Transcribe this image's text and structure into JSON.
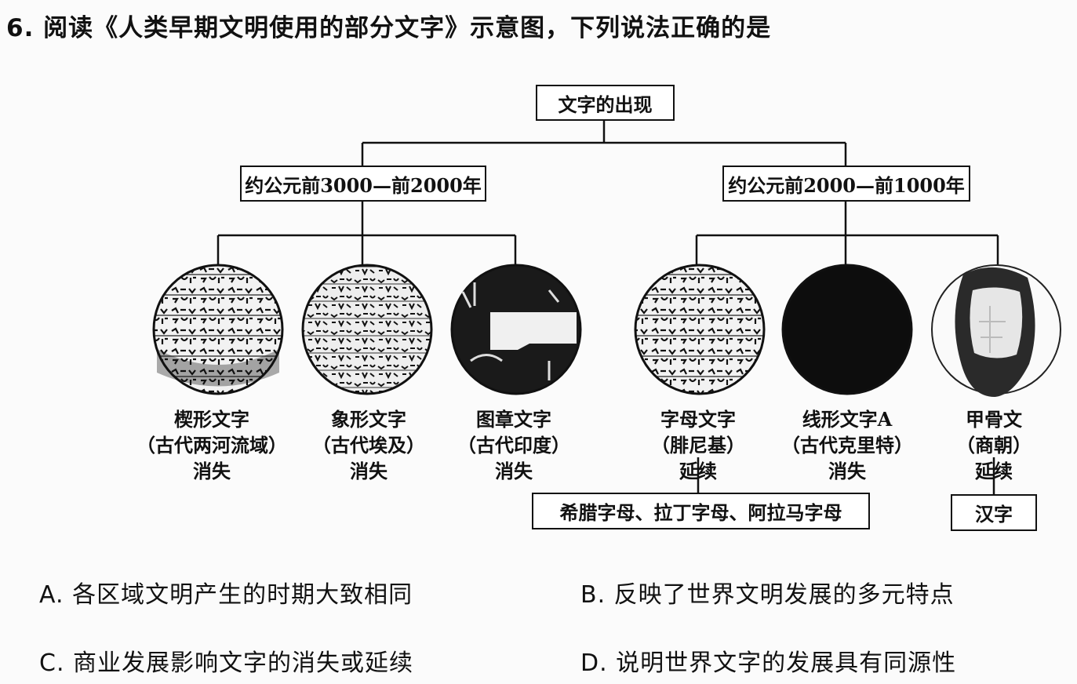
{
  "question": {
    "text": "6. 阅读《人类早期文明使用的部分文字》示意图，下列说法正确的是"
  },
  "diagram": {
    "root": "文字的出现",
    "periods": [
      {
        "label": "约公元前3000—前2000年"
      },
      {
        "label": "约公元前2000—前1000年"
      }
    ],
    "scripts": [
      {
        "name": "楔形文字",
        "region": "（古代两河流域）",
        "fate": "消失",
        "image": "cuneiform-tablet-image"
      },
      {
        "name": "象形文字",
        "region": "（古代埃及）",
        "fate": "消失",
        "image": "hieroglyph-tablet-image"
      },
      {
        "name": "图章文字",
        "region": "（古代印度）",
        "fate": "消失",
        "image": "seal-script-image"
      },
      {
        "name": "字母文字",
        "region": "（腓尼基）",
        "fate": "延续",
        "image": "phoenician-alphabet-image"
      },
      {
        "name": "线形文字A",
        "region": "（古代克里特）",
        "fate": "消失",
        "image": "linear-a-image"
      },
      {
        "name": "甲骨文",
        "region": "（商朝）",
        "fate": "延续",
        "image": "oracle-bone-image"
      }
    ],
    "descendants": [
      {
        "label": "希腊字母、拉丁字母、阿拉马字母"
      },
      {
        "label": "汉字"
      }
    ]
  },
  "options": {
    "a": "A. 各区域文明产生的时期大致相同",
    "b": "B. 反映了世界文明发展的多元特点",
    "c": "C. 商业发展影响文字的消失或延续",
    "d": "D. 说明世界文字的发展具有同源性"
  }
}
